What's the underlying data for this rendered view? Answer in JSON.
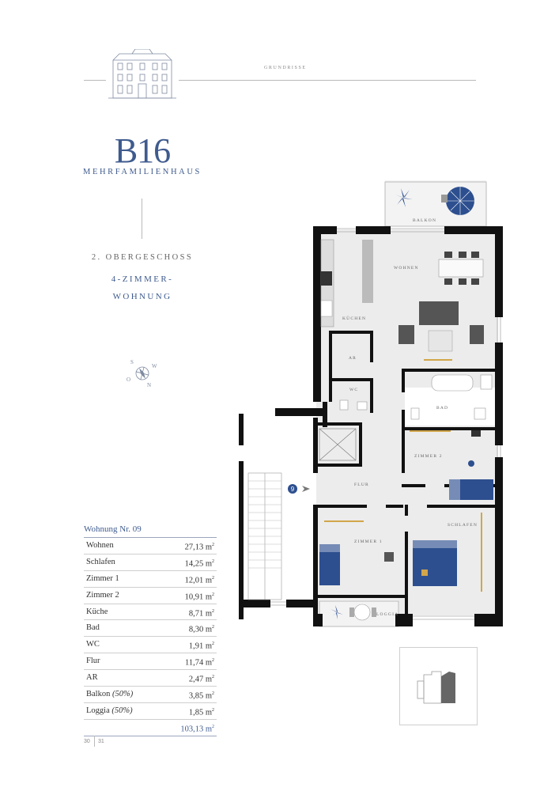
{
  "header": {
    "section_label": "GRUNDRISSE"
  },
  "title": {
    "code": "B16",
    "building_type": "MEHRFAMILIENHAUS",
    "floor": "2. OBERGESCHOSS",
    "apartment_type_line1": "4-ZIMMER-",
    "apartment_type_line2": "WOHNUNG"
  },
  "compass": {
    "letters": [
      "S",
      "W",
      "O",
      "N"
    ]
  },
  "plan": {
    "entrance_number": "9",
    "rooms": {
      "balkon": "BALKON",
      "wohnen": "WOHNEN",
      "kuechen": "KÜCHEN",
      "ar": "AR",
      "wc": "WC",
      "bad": "BAD",
      "zimmer2": "ZIMMER 2",
      "flur": "FLUR",
      "schlafen": "SCHLAFEN",
      "zimmer1": "ZIMMER 1",
      "loggia": "LOGGIA"
    },
    "colors": {
      "wall": "#111111",
      "floor": "#ececec",
      "accent_blue": "#2d4f8f",
      "door_gold": "#d2a64a"
    }
  },
  "table": {
    "title": "Wohnung Nr. 09",
    "rows": [
      {
        "label": "Wohnen",
        "value": "27,13 m",
        "unit_sup": "2"
      },
      {
        "label": "Schlafen",
        "value": "14,25 m",
        "unit_sup": "2"
      },
      {
        "label": "Zimmer 1",
        "value": "12,01 m",
        "unit_sup": "2"
      },
      {
        "label": "Zimmer 2",
        "value": "10,91 m",
        "unit_sup": "2"
      },
      {
        "label": "Küche",
        "value": "8,71 m",
        "unit_sup": "2"
      },
      {
        "label": "Bad",
        "value": "8,30 m",
        "unit_sup": "2"
      },
      {
        "label": "WC",
        "value": "1,91 m",
        "unit_sup": "2"
      },
      {
        "label": "Flur",
        "value": "11,74 m",
        "unit_sup": "2"
      },
      {
        "label": "AR",
        "value": "2,47 m",
        "unit_sup": "2"
      },
      {
        "label": "Balkon",
        "label_note": "(50%)",
        "value": "3,85 m",
        "unit_sup": "2"
      },
      {
        "label": "Loggia",
        "label_note": "(50%)",
        "value": "1,85 m",
        "unit_sup": "2"
      }
    ],
    "total_value": "103,13 m",
    "total_sup": "2"
  },
  "pages": {
    "left": "30",
    "right": "31"
  }
}
